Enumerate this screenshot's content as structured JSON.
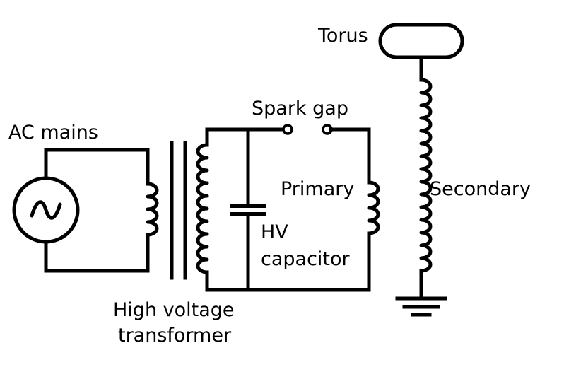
{
  "labels": {
    "torus": "Torus",
    "spark_gap": "Spark gap",
    "ac_mains": "AC mains",
    "primary": "Primary",
    "secondary": "Secondary",
    "hv_capacitor_line1": "HV",
    "hv_capacitor_line2": "capacitor",
    "transformer_line1": "High voltage",
    "transformer_line2": "transformer"
  },
  "colors": {
    "line": "#000000",
    "background": "#ffffff"
  },
  "icons": {
    "source": "ac-source-icon",
    "ground": "ground-icon",
    "torus": "torus-icon"
  }
}
